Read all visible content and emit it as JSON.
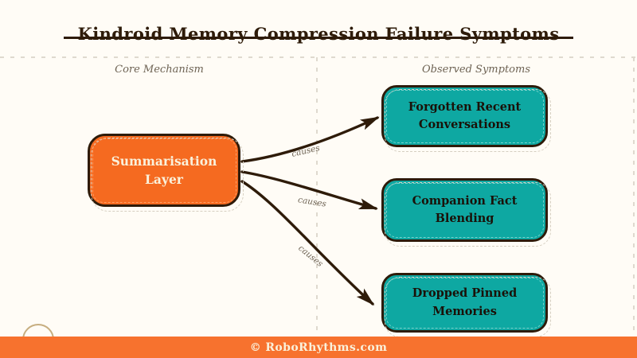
{
  "title": "Kindroid Memory Compression Failure Symptoms",
  "columns": {
    "left": "Core Mechanism",
    "right": "Observed Symptoms"
  },
  "diagram": {
    "core": {
      "label": "Summarisation Layer"
    },
    "edge_label": "causes",
    "symptoms": [
      {
        "label": "Forgotten Recent Conversations"
      },
      {
        "label": "Companion Fact Blending"
      },
      {
        "label": "Dropped Pinned Memories"
      }
    ]
  },
  "footer": {
    "text": "© RoboRhythms.com"
  },
  "colors": {
    "bg": "#FFFCF6",
    "dark": "#2E1B09",
    "orange": "#F56A20",
    "orange_dash": "#FF9E63",
    "teal": "#0EA8A2",
    "teal_dash": "#79D3CC",
    "cream": "#FAF1DB",
    "muted": "#6E6354",
    "guide": "#DFD9CE",
    "shadow": "#D6CFC1",
    "tan": "#C7AE80",
    "footer_bg": "#F7722E"
  }
}
